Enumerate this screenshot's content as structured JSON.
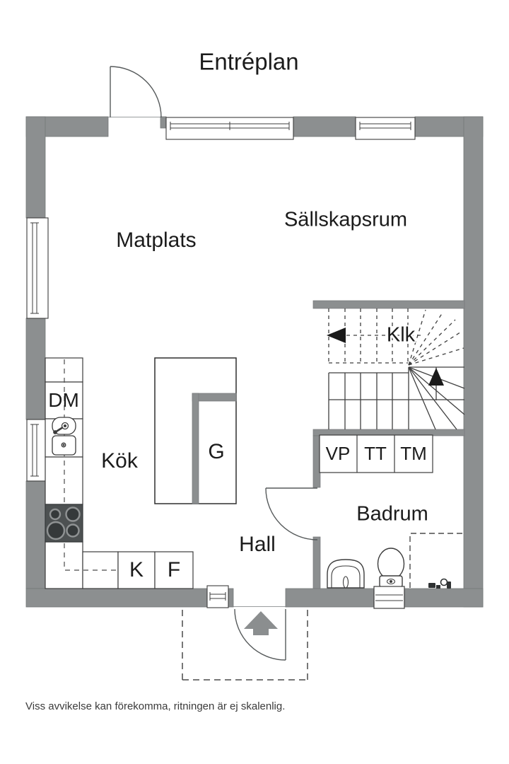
{
  "title": "Entréplan",
  "footnote": "Viss avvikelse kan förekomma, ritningen är ej skalenlig.",
  "rooms": {
    "matplats": "Matplats",
    "sallskapsrum": "Sällskapsrum",
    "klk": "Klk",
    "kok": "Kök",
    "hall": "Hall",
    "badrum": "Badrum"
  },
  "fixtures": {
    "dm": "DM",
    "g": "G",
    "k": "K",
    "f": "F",
    "vp": "VP",
    "tt": "TT",
    "tm": "TM"
  },
  "icons": {
    "entrance_arrow": "up-arrow-entrance-marker",
    "stair_up_arrow": "up-direction-arrow",
    "stair_continuation_arrow": "left-direction-arrow",
    "stove": "four-burner-stove",
    "sink": "kitchen-sink",
    "toilet": "toilet",
    "washbasin": "washbasin",
    "shower": "shower-corner-dashed"
  },
  "colors": {
    "wall": "#8c8f90",
    "line": "#3c3c3c",
    "stove": "#4d5152",
    "arrow": "#8b8e8f",
    "text": "#1b1b1b"
  }
}
